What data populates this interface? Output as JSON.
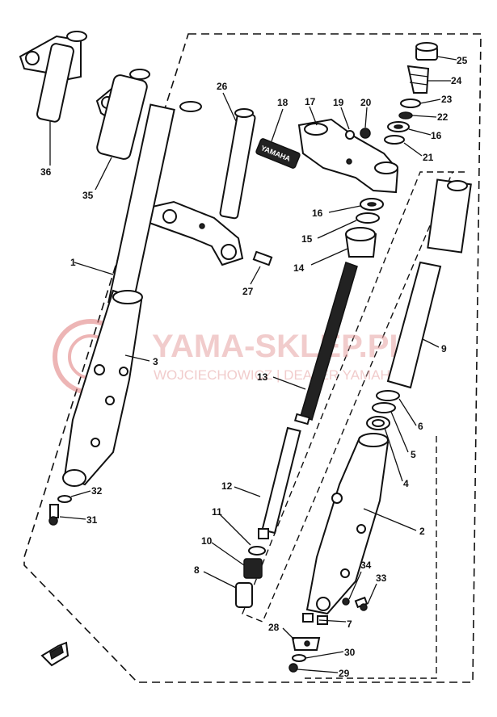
{
  "watermark": {
    "brand": "YAMA-SKLEP.PL",
    "tagline": "WOJCIECHOWICZ | DEALER YAMAHA",
    "color": "#e07a7a"
  },
  "emblem_text": "YAMAHA",
  "callouts": [
    "1",
    "2",
    "3",
    "4",
    "5",
    "6",
    "7",
    "8",
    "9",
    "10",
    "11",
    "12",
    "13",
    "14",
    "15",
    "16",
    "16",
    "17",
    "18",
    "19",
    "20",
    "21",
    "22",
    "23",
    "24",
    "25",
    "26",
    "27",
    "28",
    "29",
    "30",
    "31",
    "32",
    "33",
    "34",
    "35",
    "36"
  ]
}
